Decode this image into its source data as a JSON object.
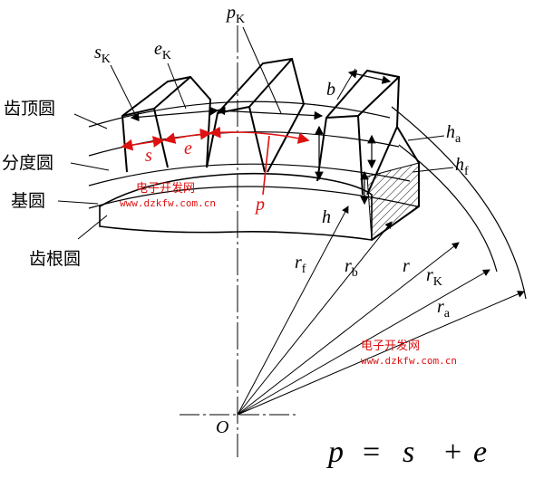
{
  "labels": {
    "tip_circle": "齿顶圆",
    "pitch_circle": "分度圆",
    "base_circle": "基圆",
    "root_circle": "齿根圆"
  },
  "symbols": {
    "pK": "p",
    "pK_sub": "K",
    "sK": "s",
    "sK_sub": "K",
    "eK": "e",
    "eK_sub": "K",
    "b": "b",
    "ha": "h",
    "ha_sub": "a",
    "hf": "h",
    "hf_sub": "f",
    "h": "h",
    "s": "s",
    "e": "e",
    "p": "p",
    "rf": "r",
    "rf_sub": "f",
    "rb": "r",
    "rb_sub": "b",
    "r": "r",
    "rK": "r",
    "rK_sub": "K",
    "ra": "r",
    "ra_sub": "a",
    "O": "O"
  },
  "formula": {
    "p": "p",
    "eq": "=",
    "s": "s",
    "plus": "+",
    "e": "e"
  },
  "watermarks": {
    "cn": "电子开发网",
    "url": "www.dzkfw.com.cn"
  },
  "colors": {
    "ink": "#000000",
    "accent": "#e01010"
  }
}
